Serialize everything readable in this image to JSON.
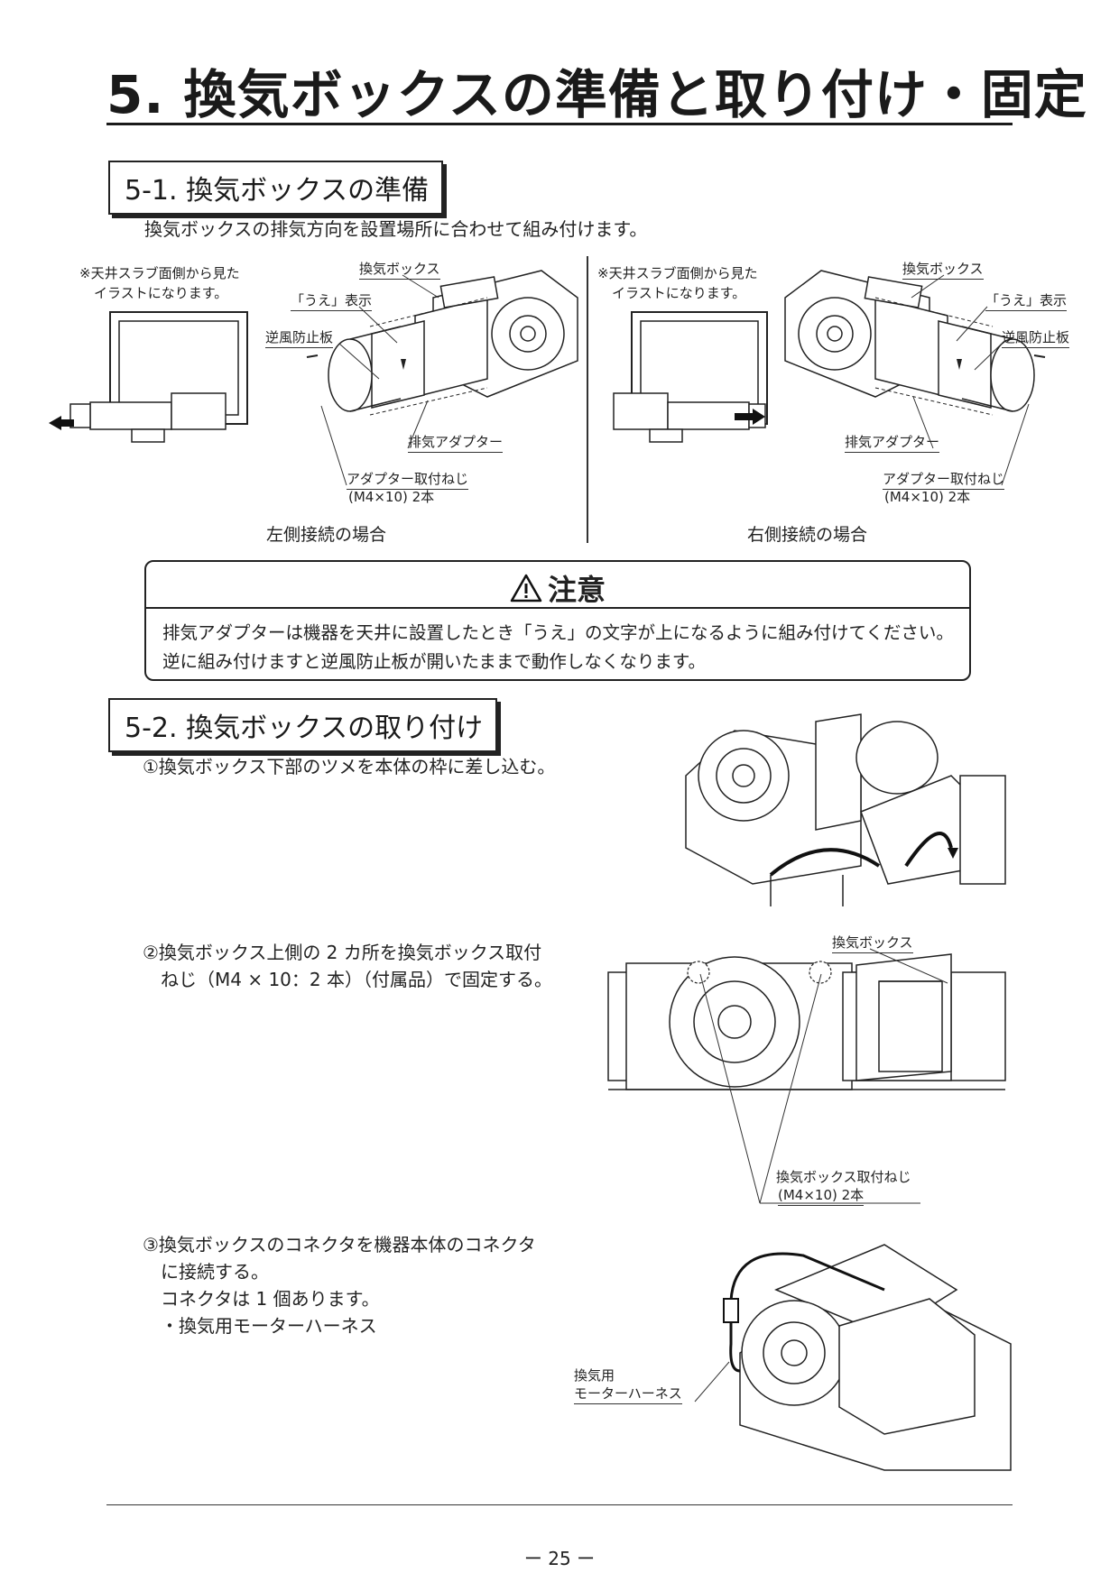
{
  "page": {
    "title": "5. 換気ボックスの準備と取り付け・固定",
    "page_number": "ー 25 ー"
  },
  "section1": {
    "heading": "5-1. 換気ボックスの準備",
    "intro": "換気ボックスの排気方向を設置場所に合わせて組み付けます。",
    "left": {
      "note_line1": "※天井スラブ面側から見た",
      "note_line2": "イラストになります。",
      "label_box": "換気ボックス",
      "label_ue": "「うえ」表示",
      "label_damper": "逆風防止板",
      "label_adapter": "排気アダプター",
      "label_screw1": "アダプター取付ねじ",
      "label_screw2": "(M4×10) 2本",
      "caption": "左側接続の場合"
    },
    "right": {
      "note_line1": "※天井スラブ面側から見た",
      "note_line2": "イラストになります。",
      "label_box": "換気ボックス",
      "label_ue": "「うえ」表示",
      "label_damper": "逆風防止板",
      "label_adapter": "排気アダプター",
      "label_screw1": "アダプター取付ねじ",
      "label_screw2": "(M4×10) 2本",
      "caption": "右側接続の場合"
    }
  },
  "caution": {
    "icon": "warning-triangle-icon",
    "label": "注意",
    "line1": "排気アダプターは機器を天井に設置したとき「うえ」の文字が上になるように組み付けてください。",
    "line2": "逆に組み付けますと逆風防止板が開いたままで動作しなくなります。"
  },
  "section2": {
    "heading": "5-2. 換気ボックスの取り付け",
    "step1": "①換気ボックス下部のツメを本体の枠に差し込む。",
    "step2_line1": "②換気ボックス上側の 2 カ所を換気ボックス取付",
    "step2_line2": "ねじ（M4 × 10：2 本）（付属品）で固定する。",
    "step2_label_box": "換気ボックス",
    "step2_label_screw1": "換気ボックス取付ねじ",
    "step2_label_screw2": "(M4×10) 2本",
    "step3_line1": "③換気ボックスのコネクタを機器本体のコネクタ",
    "step3_line2": "に接続する。",
    "step3_line3": "コネクタは 1 個あります。",
    "step3_line4": "・換気用モーターハーネス",
    "step3_label1": "換気用",
    "step3_label2": "モーターハーネス"
  },
  "colors": {
    "ink": "#222222",
    "paper": "#ffffff",
    "shade": "#c8c8c8"
  }
}
